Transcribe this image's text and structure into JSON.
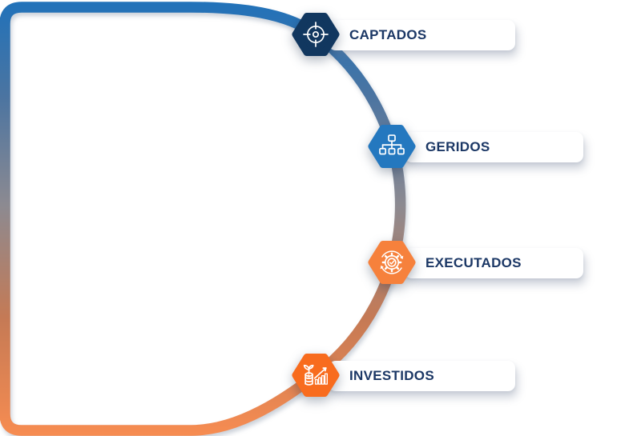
{
  "diagram": {
    "steps": [
      {
        "label": "CAPTADOS",
        "icon": "target-icon",
        "hex_color": "#11375F"
      },
      {
        "label": "GERIDOS",
        "icon": "hierarchy-icon",
        "hex_color": "#2478BF"
      },
      {
        "label": "EXECUTADOS",
        "icon": "gear-check-icon",
        "hex_color": "#F6813C"
      },
      {
        "label": "INVESTIDOS",
        "icon": "growth-chart-icon",
        "hex_color": "#F86C1E"
      }
    ],
    "band_gradient": {
      "top": "#2072BA",
      "upper_mid": "#4B74A1",
      "mid": "#8C8A91",
      "lower_mid": "#C57A55",
      "bottom": "#F78C51"
    },
    "label_text_color": "#1B3765",
    "pill_bg": "#FFFFFF",
    "background": "#FFFFFF"
  }
}
